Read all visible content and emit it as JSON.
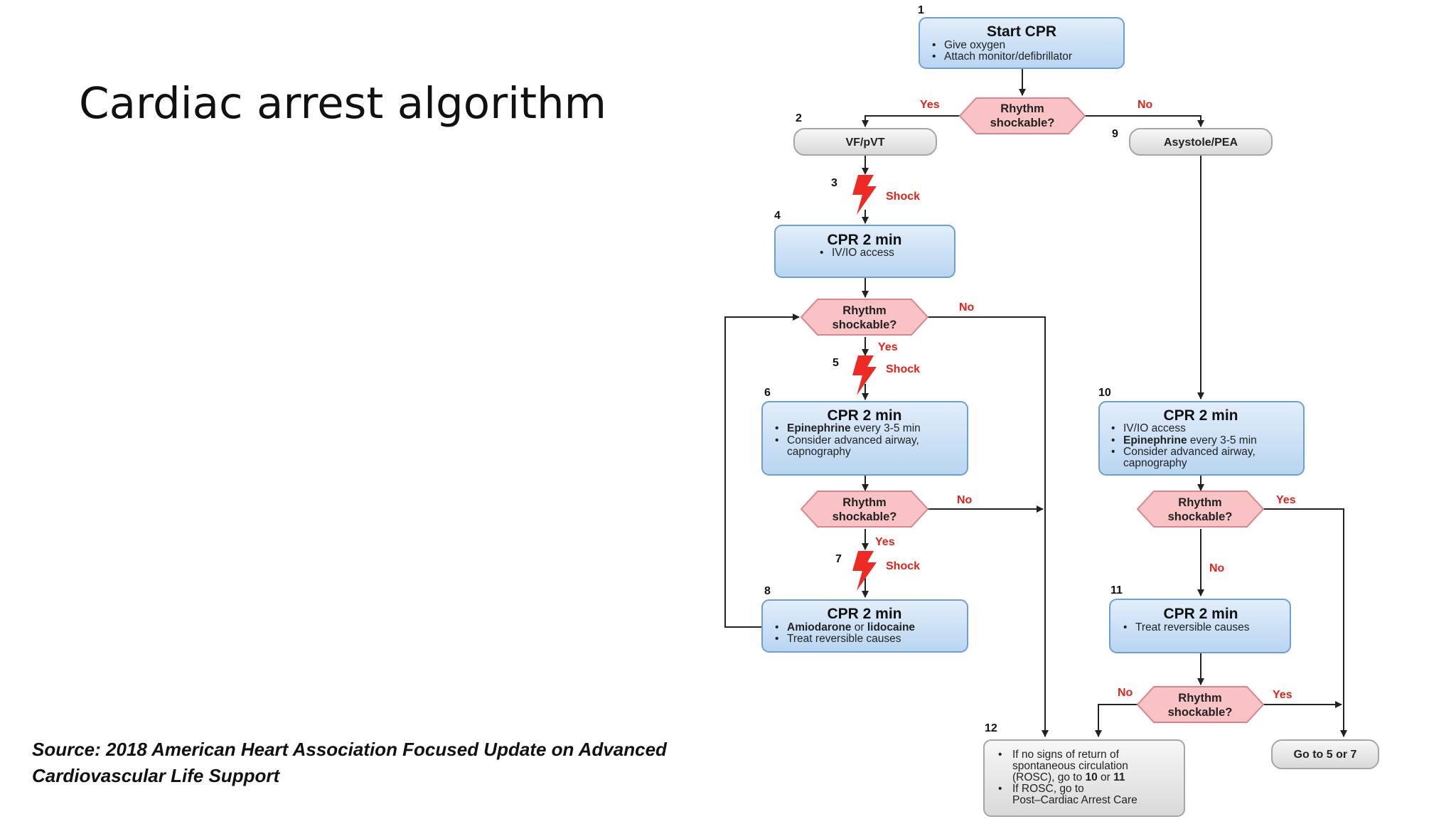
{
  "slide": {
    "title": "Cardiac arrest algorithm",
    "source_line1": "Source: 2018 American Heart Association Focused Update on Advanced",
    "source_line2": "Cardiovascular Life Support"
  },
  "colors": {
    "box_blue": "#cfe3f7",
    "diamond_pink": "#f9c3c6",
    "label_red": "#e2231a",
    "box_grey": "#e6e6e6"
  },
  "flowchart": {
    "nodes": {
      "n1": {
        "number": "1",
        "title": "Start CPR",
        "bullets": [
          "Give oxygen",
          "Attach monitor/defibrillator"
        ]
      },
      "n2": {
        "number": "2",
        "label": "VF/pVT"
      },
      "n9": {
        "number": "9",
        "label": "Asystole/PEA"
      },
      "n3": {
        "number": "3",
        "shock": "Shock"
      },
      "n4": {
        "number": "4",
        "title": "CPR 2 min",
        "bullet": "IV/IO access"
      },
      "n5": {
        "number": "5",
        "shock": "Shock"
      },
      "n6": {
        "number": "6",
        "title": "CPR 2 min",
        "b1_bold": "Epinephrine",
        "b1_rest": " every 3-5 min",
        "b2_l1": "Consider advanced airway,",
        "b2_l2": "capnography"
      },
      "n7": {
        "number": "7",
        "shock": "Shock"
      },
      "n8": {
        "number": "8",
        "title": "CPR 2 min",
        "b1_bold1": "Amiodarone",
        "b1_mid": " or ",
        "b1_bold2": "lidocaine",
        "b2": "Treat reversible causes"
      },
      "n10": {
        "number": "10",
        "title": "CPR 2 min",
        "b1": "IV/IO access",
        "b2_bold": "Epinephrine",
        "b2_rest": " every 3-5 min",
        "b3_l1": "Consider advanced airway,",
        "b3_l2": "capnography"
      },
      "n11": {
        "number": "11",
        "title": "CPR 2 min",
        "bullet": "Treat reversible causes"
      },
      "n12": {
        "number": "12",
        "l1": "If no signs of return of",
        "l2": "spontaneous circulation",
        "l3_pre": "(ROSC), go to ",
        "l3_b1": "10",
        "l3_mid": " or ",
        "l3_b2": "11",
        "l4": "If ROSC, go to",
        "l5": "Post–Cardiac Arrest Care"
      },
      "goto": {
        "label": "Go to 5 or 7"
      }
    },
    "decision": {
      "line1": "Rhythm",
      "line2": "shockable?"
    },
    "yes": "Yes",
    "no": "No"
  }
}
